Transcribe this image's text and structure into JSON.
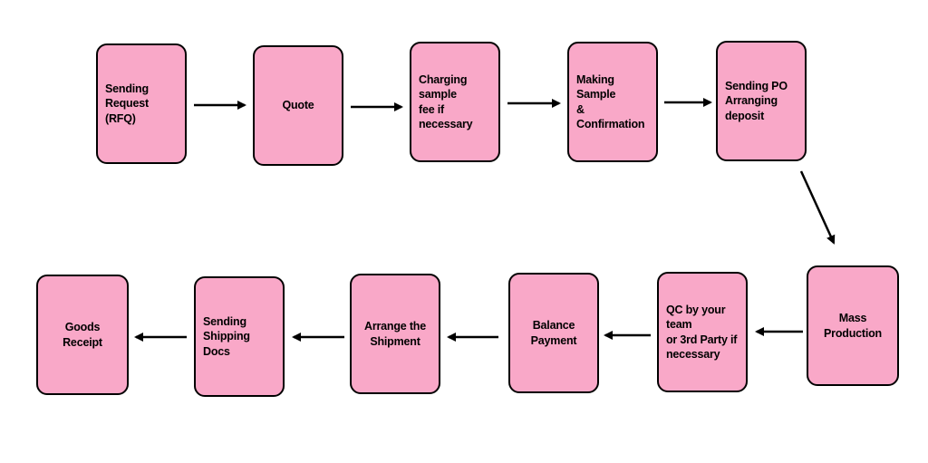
{
  "colors": {
    "node_fill": "#f9a8c8",
    "node_border": "#000000",
    "arrow": "#000000",
    "background": "#ffffff"
  },
  "flow": {
    "steps": [
      {
        "id": "rfq",
        "label": "Sending Request\n(RFQ)"
      },
      {
        "id": "quote",
        "label": "Quote"
      },
      {
        "id": "sample-fee",
        "label": "Charging sample\nfee if necessary"
      },
      {
        "id": "sample-confirm",
        "label": "Making Sample\n& Confirmation"
      },
      {
        "id": "po-deposit",
        "label": "Sending PO\nArranging deposit"
      },
      {
        "id": "mass-production",
        "label": "Mass Production"
      },
      {
        "id": "qc",
        "label": "QC by your team\nor 3rd Party if\nnecessary"
      },
      {
        "id": "balance-payment",
        "label": "Balance Payment"
      },
      {
        "id": "arrange-shipment",
        "label": "Arrange the\nShipment"
      },
      {
        "id": "shipping-docs",
        "label": "Sending Shipping\nDocs"
      },
      {
        "id": "goods-receipt",
        "label": "Goods Receipt"
      }
    ]
  }
}
